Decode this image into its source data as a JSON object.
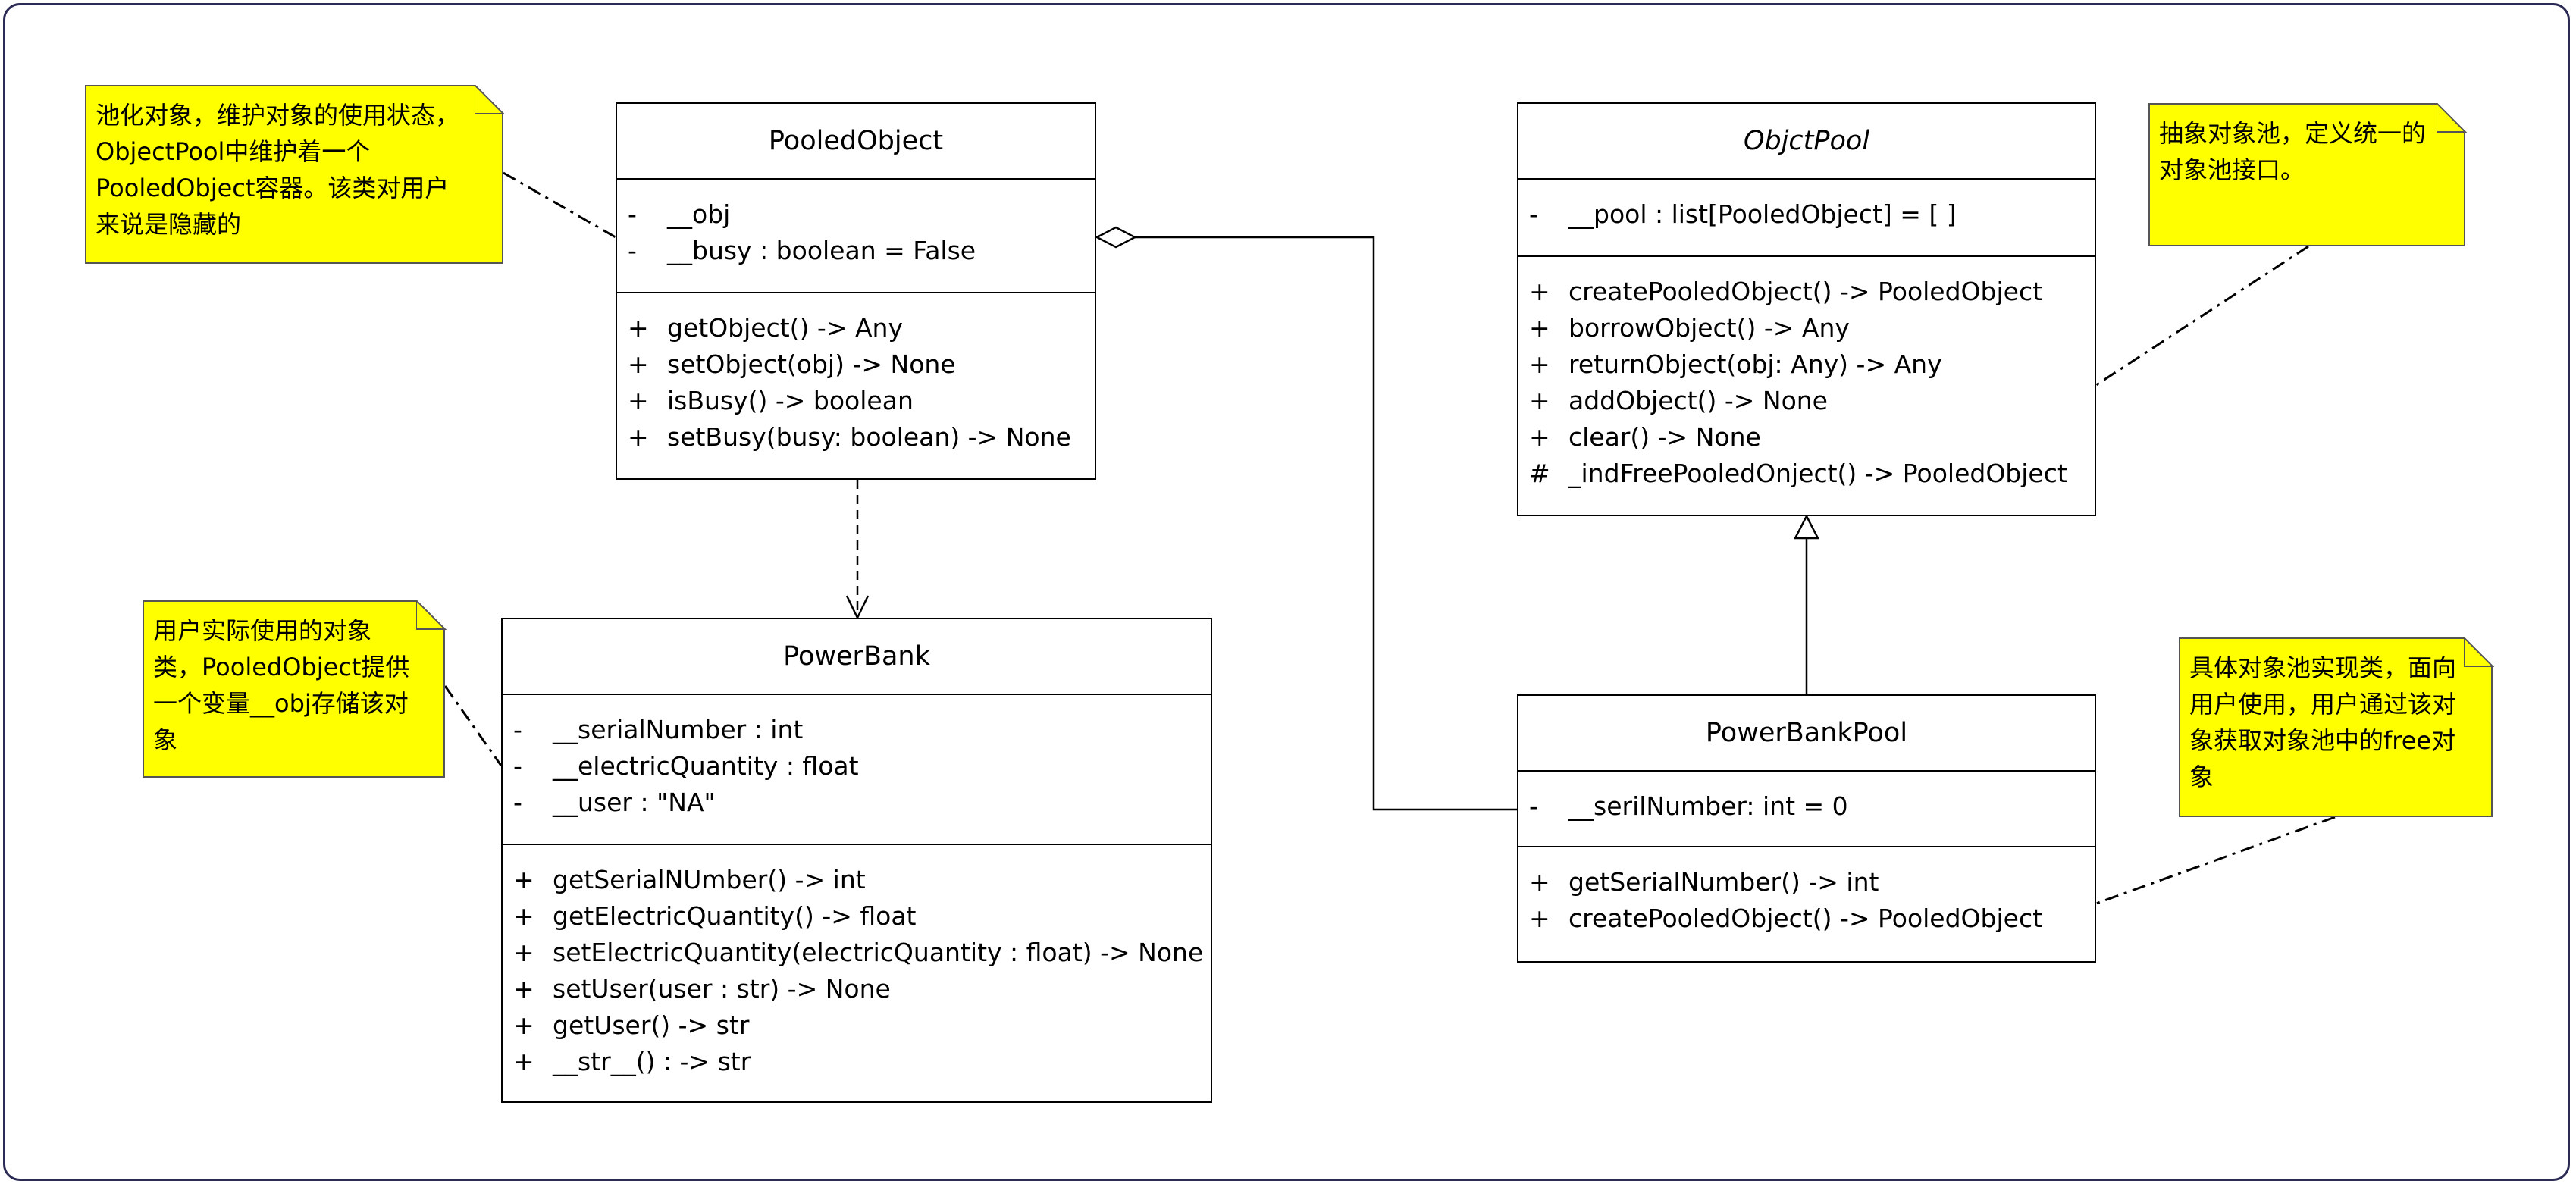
{
  "classes": {
    "pooled_object": {
      "name": "PooledObject",
      "attributes": [
        {
          "vis": "-",
          "text": "__obj"
        },
        {
          "vis": "-",
          "text": "__busy : boolean = False"
        }
      ],
      "methods": [
        {
          "vis": "+",
          "text": "getObject() -> Any"
        },
        {
          "vis": "+",
          "text": "setObject(obj) -> None"
        },
        {
          "vis": "+",
          "text": "isBusy() -> boolean"
        },
        {
          "vis": "+",
          "text": "setBusy(busy: boolean) -> None"
        }
      ]
    },
    "objct_pool": {
      "name": "ObjctPool",
      "attributes": [
        {
          "vis": "-",
          "text": "__pool : list[PooledObject] = [ ]"
        }
      ],
      "methods": [
        {
          "vis": "+",
          "text": "createPooledObject() -> PooledObject"
        },
        {
          "vis": "+",
          "text": "borrowObject() -> Any"
        },
        {
          "vis": "+",
          "text": "returnObject(obj: Any) -> Any"
        },
        {
          "vis": "+",
          "text": "addObject() -> None"
        },
        {
          "vis": "+",
          "text": "clear() -> None"
        },
        {
          "vis": "#",
          "text": "_indFreePooledOnject() -> PooledObject"
        }
      ]
    },
    "power_bank": {
      "name": "PowerBank",
      "attributes": [
        {
          "vis": "-",
          "text": "__serialNumber : int"
        },
        {
          "vis": "-",
          "text": "__electricQuantity : float"
        },
        {
          "vis": "-",
          "text": "__user : \"NA\""
        }
      ],
      "methods": [
        {
          "vis": "+",
          "text": "getSerialNUmber() -> int"
        },
        {
          "vis": "+",
          "text": "getElectricQuantity() -> float"
        },
        {
          "vis": "+",
          "text": "setElectricQuantity(electricQuantity : float) -> None"
        },
        {
          "vis": "+",
          "text": "setUser(user : str) -> None"
        },
        {
          "vis": "+",
          "text": "getUser() -> str"
        },
        {
          "vis": "+",
          "text": "__str__() : -> str"
        }
      ]
    },
    "power_bank_pool": {
      "name": "PowerBankPool",
      "attributes": [
        {
          "vis": "-",
          "text": "__serilNumber: int = 0"
        }
      ],
      "methods": [
        {
          "vis": "+",
          "text": "getSerialNumber() -> int"
        },
        {
          "vis": "+",
          "text": "createPooledObject() -> PooledObject"
        }
      ]
    }
  },
  "notes": {
    "pooled_object_note": {
      "lines": [
        "池化对象，维护对象的使用状态，",
        "ObjectPool中维护着一个",
        "PooledObject容器。该类对用户",
        "来说是隐藏的"
      ]
    },
    "power_bank_note": {
      "lines": [
        "用户实际使用的对象",
        "类，PooledObject提供",
        "一个变量__obj存储该对",
        "象"
      ]
    },
    "objct_pool_note": {
      "lines": [
        "抽象对象池，定义统一的",
        "对象池接口。"
      ]
    },
    "power_bank_pool_note": {
      "lines": [
        "具体对象池实现类，面向",
        "用户使用，用户通过该对",
        "象获取对象池中的free对",
        "象"
      ]
    }
  },
  "colors": {
    "note_fill": "#ffff00",
    "line": "#000000",
    "frame": "#2b2b55"
  }
}
